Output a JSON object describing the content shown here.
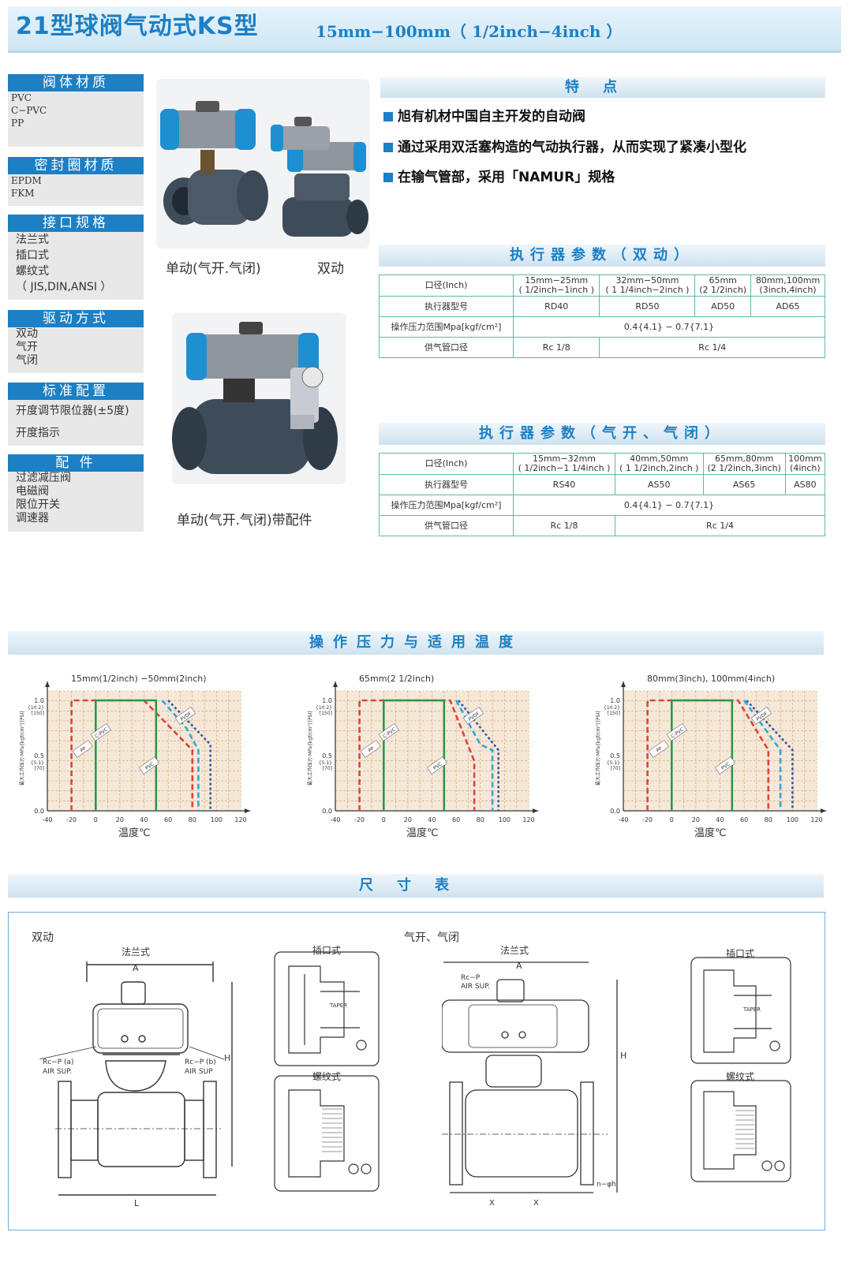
{
  "header": {
    "title": "21型球阀气动式KS型",
    "subtitle": "15mm−100mm（ 1/2inch−4inch ）"
  },
  "specs": {
    "body_material": {
      "head": "阀体材质",
      "items": [
        "PVC",
        "C−PVC",
        "PP"
      ]
    },
    "seal_material": {
      "head": "密封圈材质",
      "items": [
        "EPDM",
        "FKM"
      ]
    },
    "connection": {
      "head": "接口规格",
      "items": [
        "法兰式",
        "插口式",
        "螺纹式",
        "（ JIS,DIN,ANSI ）"
      ]
    },
    "drive": {
      "head": "驱动方式",
      "items": [
        "双动",
        "气开",
        "气闭"
      ]
    },
    "standard": {
      "head": "标准配置",
      "items": [
        "开度调节限位器(±5度)",
        "开度指示"
      ]
    },
    "accessories": {
      "head": "配 件",
      "items": [
        "过滤减压阀",
        "电磁阀",
        "限位开关",
        "调速器"
      ]
    }
  },
  "photos": {
    "caption_single": "单动(气开.气闭)",
    "caption_double": "双动",
    "caption_accessory": "单动(气开.气闭)带配件"
  },
  "features": {
    "head": "特点",
    "items": [
      "旭有机材中国自主开发的自动阀",
      "通过采用双活塞构造的气动执行器，从而实现了紧凑小型化",
      "在输气管部，采用「NAMUR」规格"
    ]
  },
  "table_double": {
    "head": "执行器参数（双动）",
    "row_labels": [
      "口径(Inch)",
      "执行器型号",
      "操作压力范围Mpa[kgf/cm²]",
      "供气管口径"
    ],
    "sizes": [
      "15mm−25mm",
      "( 1/2inch−1inch )",
      "32mm−50mm",
      "( 1 1/4inch−2inch )",
      "65mm",
      "(2 1/2inch)",
      "80mm,100mm",
      "(3inch,4inch)"
    ],
    "models": [
      "RD40",
      "RD50",
      "AD50",
      "AD65"
    ],
    "pressure": "0.4{4.1} − 0.7{7.1}",
    "port_small": "Rc 1/8",
    "port_large": "Rc 1/4"
  },
  "table_single": {
    "head": "执行器参数（气开、气闭）",
    "row_labels": [
      "口径(Inch)",
      "执行器型号",
      "操作压力范围Mpa[kgf/cm²]",
      "供气管口径"
    ],
    "sizes": [
      "15mm−32mm",
      "( 1/2inch−1 1/4inch )",
      "40mm,50mm",
      "( 1 1/2inch,2inch )",
      "65mm,80mm",
      "(2 1/2inch,3inch)",
      "100mm",
      "(4inch)"
    ],
    "models": [
      "RS40",
      "AS50",
      "AS65",
      "AS80"
    ],
    "pressure": "0.4{4.1} − 0.7{7.1}",
    "port_small": "Rc 1/8",
    "port_large": "Rc 1/4"
  },
  "pressure_section": {
    "head": "操作压力与适用温度",
    "xlabel": "温度℃",
    "ylabel": "最大工作压力 MPa{kgf/cm²}[PSI]",
    "x_ticks": [
      "-40",
      "-20",
      "0",
      "20",
      "40",
      "60",
      "80",
      "100",
      "120"
    ],
    "y_ticks": [
      "0.0",
      "0.5",
      "1.0"
    ],
    "y_ticks_kgf": [
      "{5.1}",
      "{10.2}"
    ],
    "y_ticks_psi": [
      "[70]",
      "[150]"
    ],
    "charts": [
      {
        "title": "15mm(1/2inch) −50mm(2inch)"
      },
      {
        "title": "65mm(2 1/2inch)"
      },
      {
        "title": "80mm(3inch), 100mm(4inch)"
      }
    ],
    "material_tags": [
      "PVDF",
      "PP",
      "C-PVC",
      "PVC"
    ],
    "colors": {
      "pp": "#e04040",
      "pvc": "#2a9a4a",
      "cpvc": "#31a8d8",
      "pvdf": "#3557a8",
      "grid": "#c8a060",
      "bg": "#f6e8d8"
    }
  },
  "dimension_section": {
    "head": "尺寸表",
    "left_label": "双动",
    "right_label": "气开、气闭",
    "flange": "法兰式",
    "socket": "插口式",
    "thread": "螺纹式",
    "marks": [
      "A",
      "H",
      "L",
      "Rc−P (a)",
      "AIR SUP.",
      "Rc−P (b)",
      "AIR SUP",
      "TAPER",
      "Rc−P",
      "AIR SUP.",
      "n−φh",
      "X",
      "X"
    ]
  }
}
